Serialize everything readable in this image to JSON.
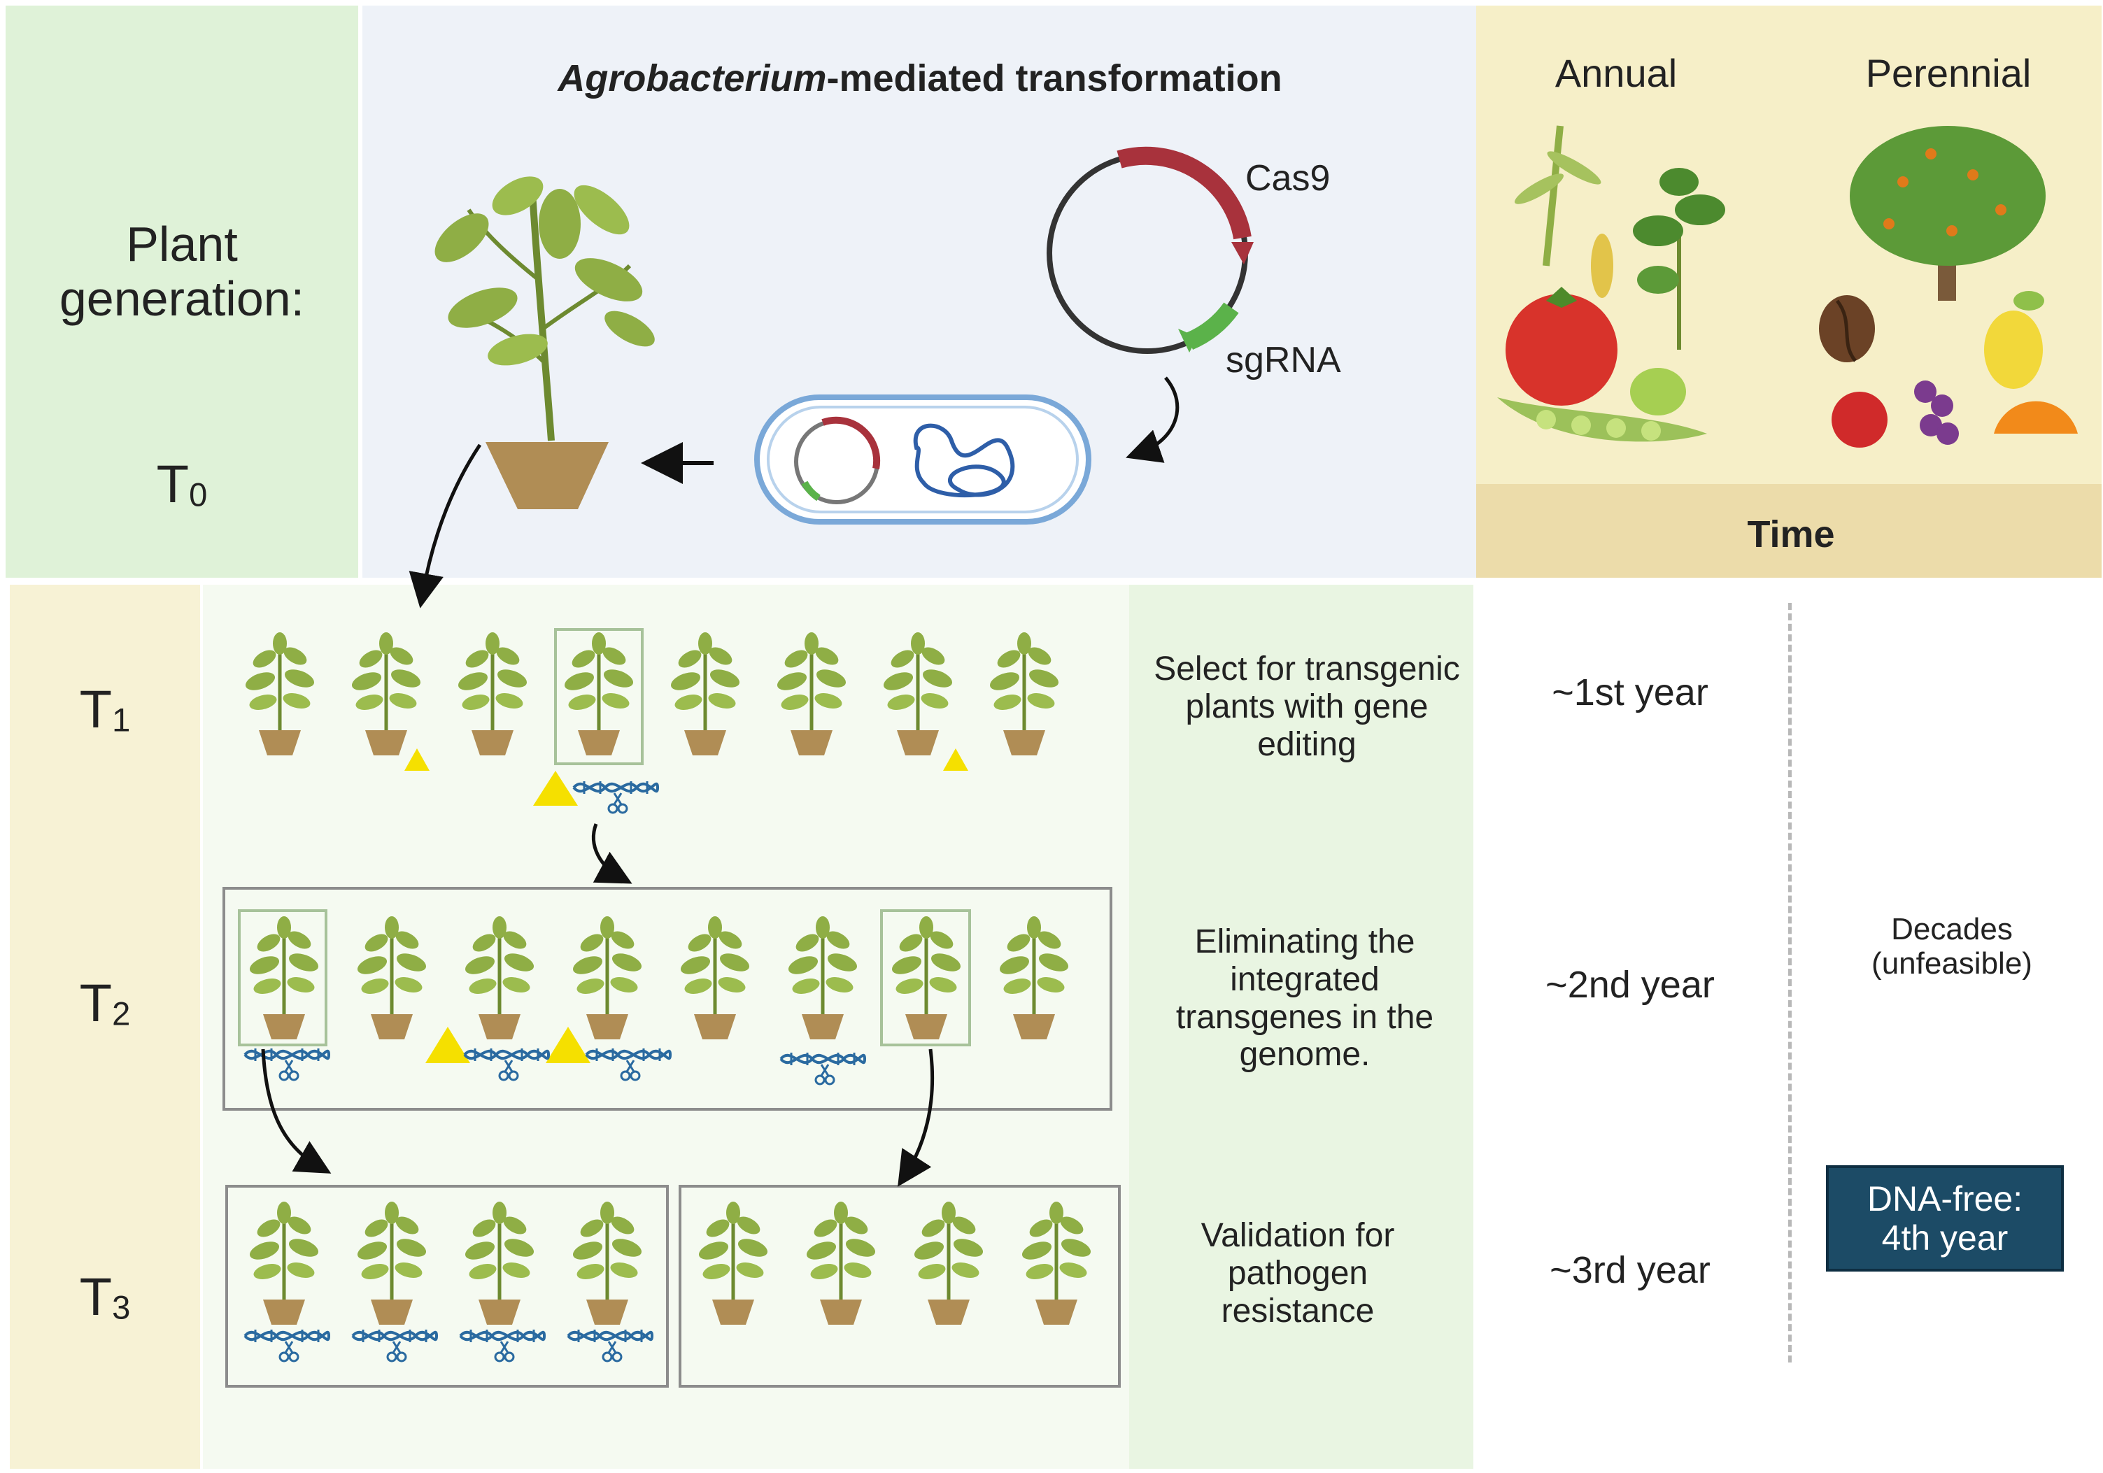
{
  "header": {
    "plant_generation_label": "Plant\ngeneration:",
    "transformation_title_italic": "Agrobacterium",
    "transformation_title_rest": "-mediated transformation",
    "plasmid_gene_1": "Cas9",
    "plasmid_gene_2": "sgRNA"
  },
  "timeline_header": {
    "annual": "Annual",
    "perennial": "Perennial",
    "time": "Time"
  },
  "generations": [
    {
      "letter": "T",
      "sub": "0"
    },
    {
      "letter": "T",
      "sub": "1"
    },
    {
      "letter": "T",
      "sub": "2"
    },
    {
      "letter": "T",
      "sub": "3"
    }
  ],
  "steps": [
    {
      "description": "Select for transgenic plants with gene editing",
      "annual_time": "~1st year"
    },
    {
      "description": "Eliminating the integrated transgenes in the genome.",
      "annual_time": "~2nd year"
    },
    {
      "description": "Validation for pathogen resistance",
      "annual_time": "~3rd year"
    }
  ],
  "perennial_timeline": {
    "decades": "Decades\n(unfeasible)",
    "dna_free": "DNA-free:\n4th year"
  },
  "colors": {
    "generation_bg": "#dff2d8",
    "transformation_bg": "#eef2f8",
    "timeline_bg": "#f6efc8",
    "time_bar": "#ecdcaa",
    "generation_column": "#f7f2d5",
    "plant_area": "#f5faf1",
    "description_column": "#e9f5e2",
    "dna_free_box": "#1c4b66",
    "cas9": "#a8323c",
    "sgrna": "#5bb24a",
    "plant_leaf": "#8fae45",
    "pot": "#b08d55",
    "marker_triangle": "#f5e000",
    "dna": "#2a6aa0"
  }
}
